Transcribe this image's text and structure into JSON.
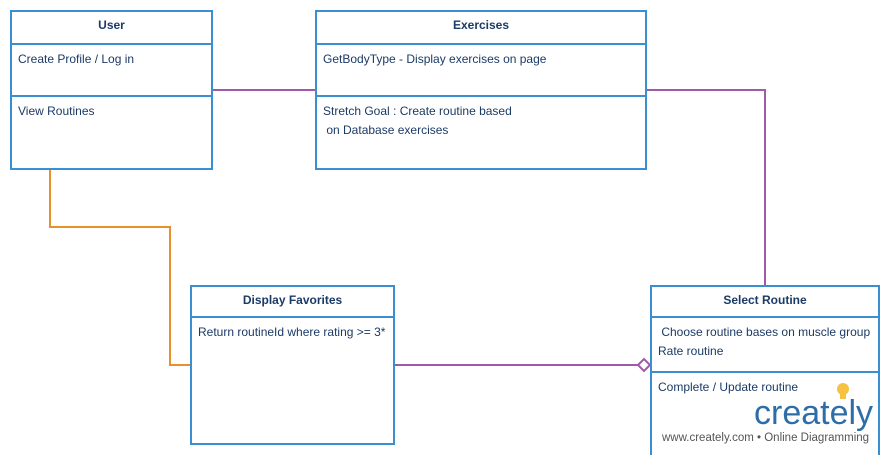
{
  "boxes": {
    "user": {
      "title": "User",
      "sections": [
        [
          "Create Profile / Log in"
        ],
        [
          "View Routines"
        ]
      ]
    },
    "exercises": {
      "title": "Exercises",
      "sections": [
        [
          "GetBodyType - Display exercises on page"
        ],
        [
          "Stretch Goal : Create routine based",
          " on Database exercises"
        ]
      ]
    },
    "display_favorites": {
      "title": "Display Favorites",
      "sections": [
        [
          "Return routineId where rating >= 3*"
        ]
      ]
    },
    "select_routine": {
      "title": "Select Routine",
      "sections": [
        [
          " Choose routine bases on muscle group",
          "Rate routine"
        ],
        [
          "Complete / Update routine"
        ]
      ]
    }
  },
  "colors": {
    "box_border": "#3a8fd0",
    "text": "#1b3a66",
    "association_line": "#a05aa8",
    "dependency_line": "#e8902c"
  },
  "watermark": {
    "brand": "creately",
    "tagline": "www.creately.com • Online Diagramming"
  }
}
